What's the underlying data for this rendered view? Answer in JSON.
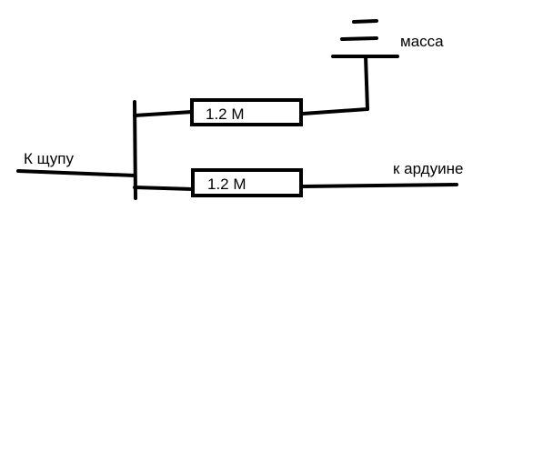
{
  "labels": {
    "probe": "К щупу",
    "ground": "масса",
    "arduino": "к ардуине"
  },
  "resistors": [
    {
      "id": "r1",
      "value": "1.2 M"
    },
    {
      "id": "r2",
      "value": "1.2 M"
    }
  ],
  "colors": {
    "stroke": "#000000",
    "background": "#ffffff"
  }
}
